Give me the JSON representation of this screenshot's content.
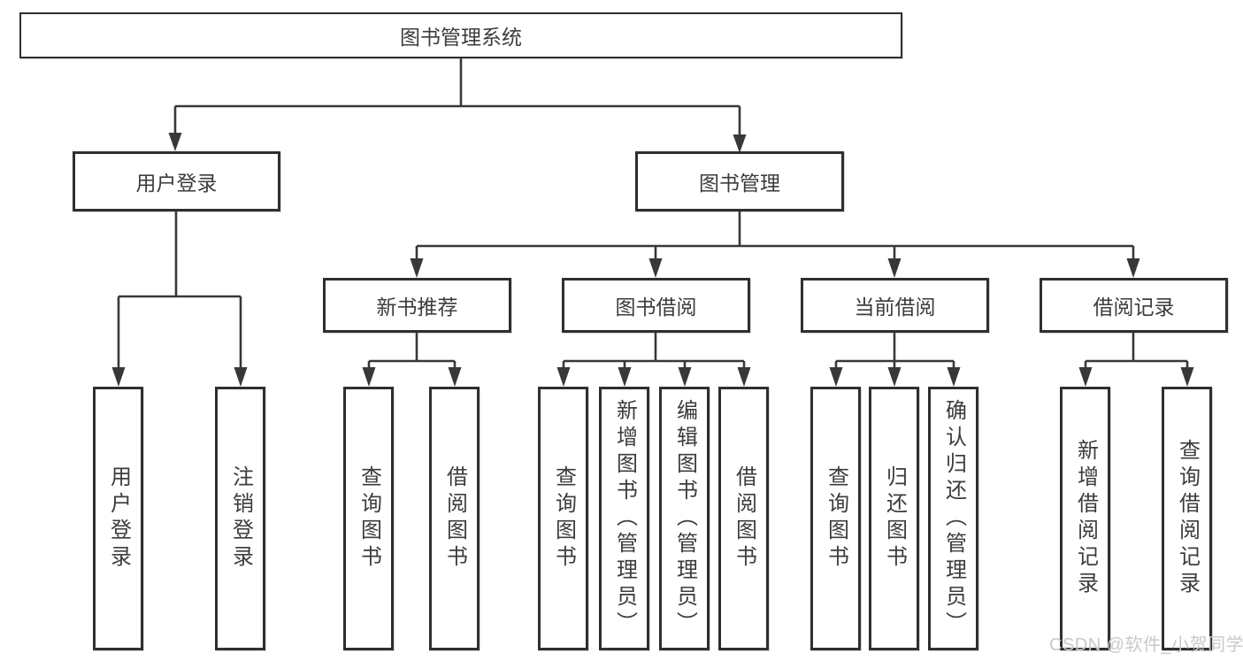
{
  "colors": {
    "line": "#383838",
    "box_border": "#2f2f2f",
    "text": "#3c3c3c",
    "watermark": "#c9c9c9",
    "background": "#ffffff"
  },
  "diagram": {
    "label": "图书管理系统",
    "children": [
      {
        "label": "用户登录",
        "children": [
          {
            "label": "用户登录"
          },
          {
            "label": "注销登录"
          }
        ]
      },
      {
        "label": "图书管理",
        "children": [
          {
            "label": "新书推荐",
            "children": [
              {
                "label": "查询图书"
              },
              {
                "label": "借阅图书"
              }
            ]
          },
          {
            "label": "图书借阅",
            "children": [
              {
                "label": "查询图书"
              },
              {
                "label": "新增图书（管理员）"
              },
              {
                "label": "编辑图书（管理员）"
              },
              {
                "label": "借阅图书"
              }
            ]
          },
          {
            "label": "当前借阅",
            "children": [
              {
                "label": "查询图书"
              },
              {
                "label": "归还图书"
              },
              {
                "label": "确认归还（管理员）"
              }
            ]
          },
          {
            "label": "借阅记录",
            "children": [
              {
                "label": "新增借阅记录"
              },
              {
                "label": "查询借阅记录"
              }
            ]
          }
        ]
      }
    ]
  },
  "watermark": {
    "text": "CSDN @软件_小贺同学"
  }
}
